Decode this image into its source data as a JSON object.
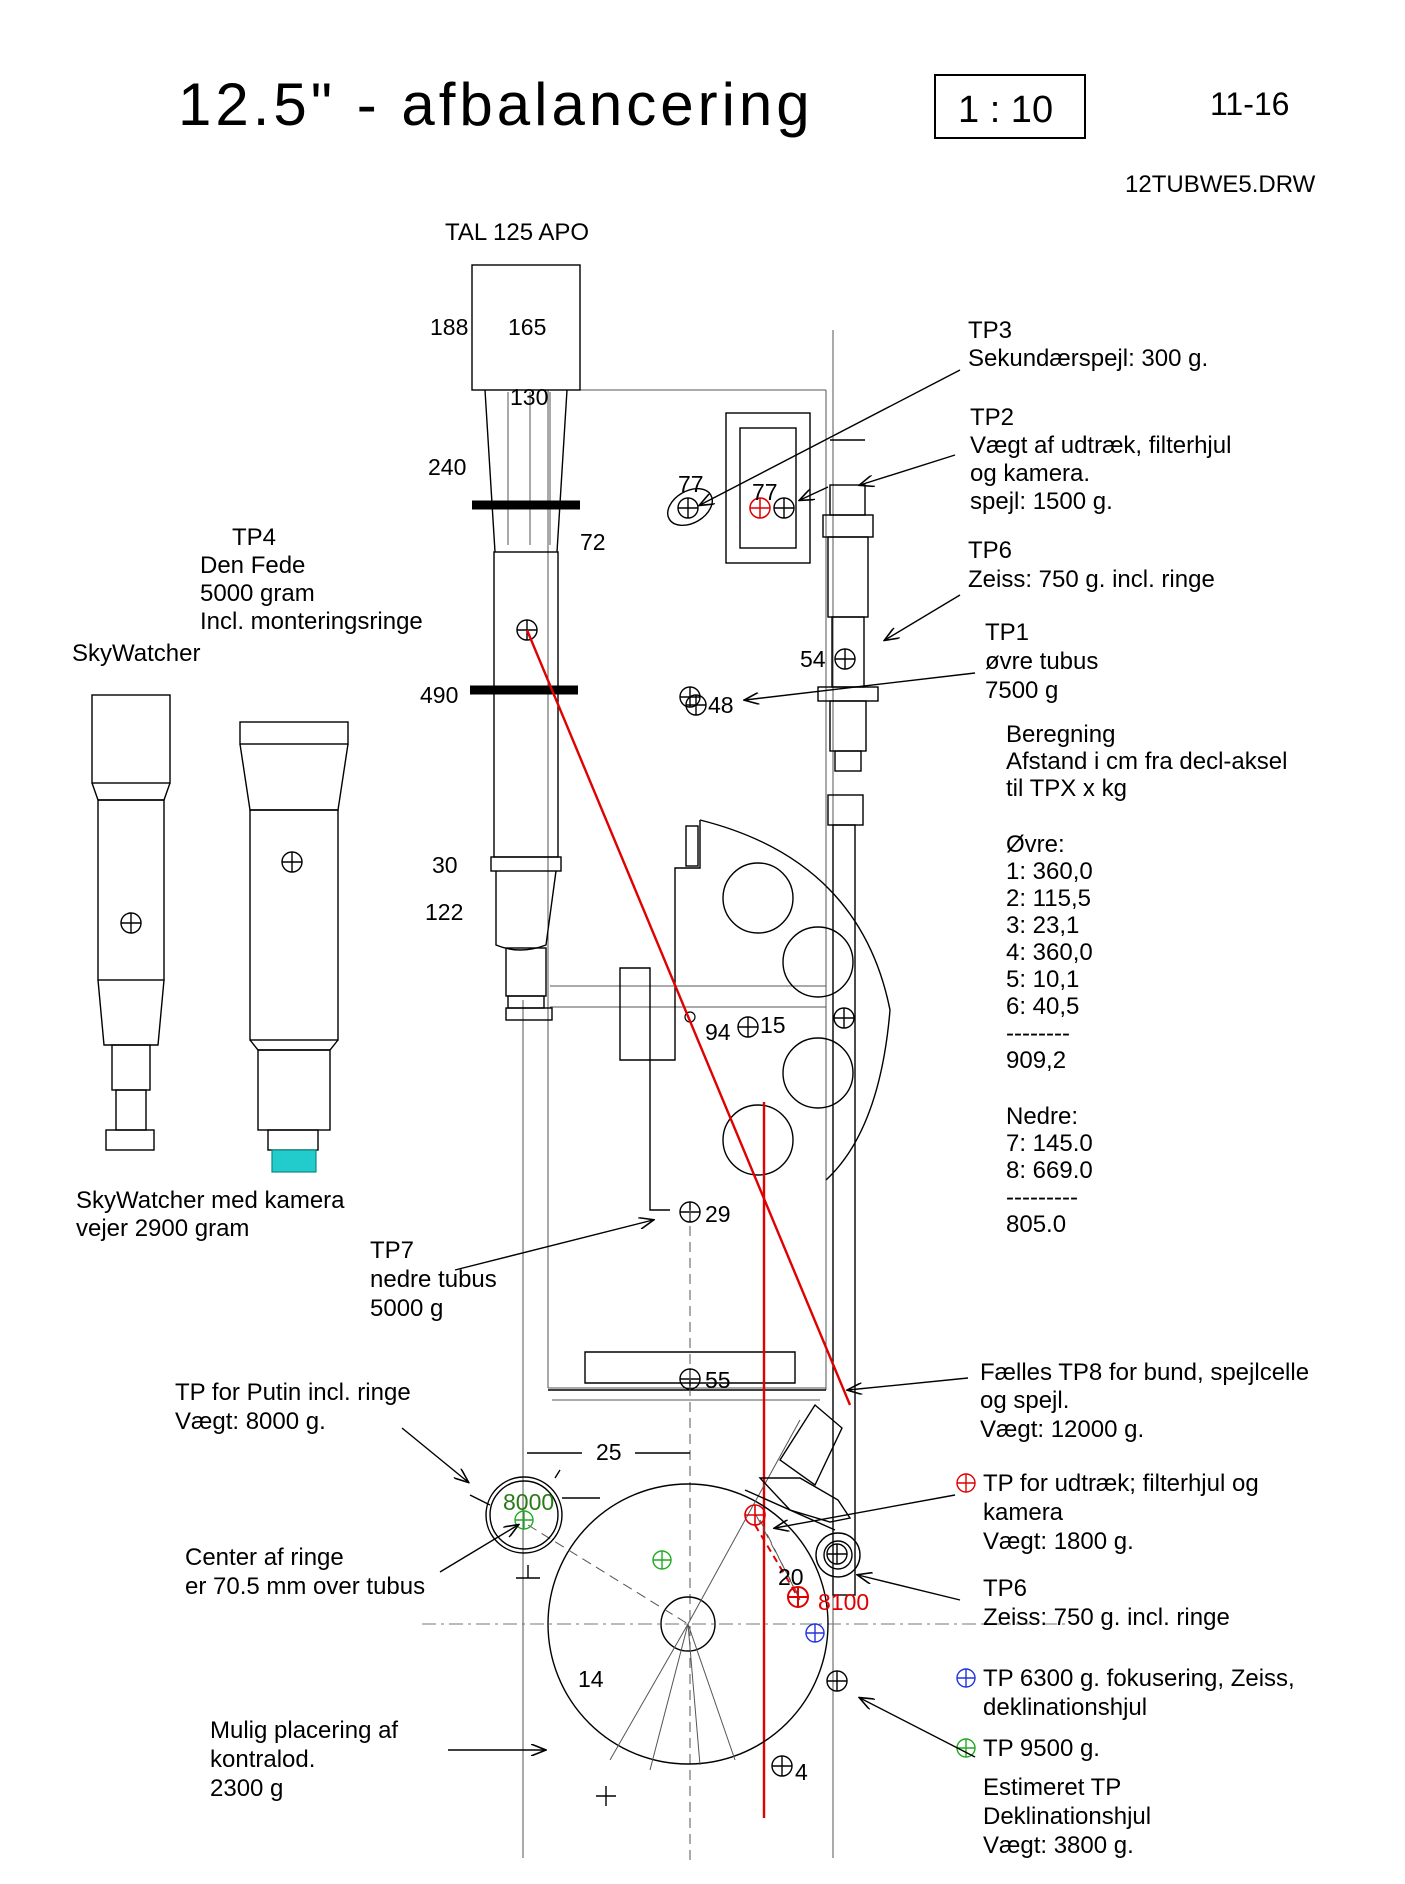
{
  "title": "12.5\" - afbalancering",
  "scale": "1 : 10",
  "sheet": "11-16",
  "filename": "12TUBWE5.DRW",
  "telescope_name": "TAL 125 APO",
  "dimensions": {
    "d188": "188",
    "d165": "165",
    "d130": "130",
    "d240": "240",
    "d72": "72",
    "d490": "490",
    "d30": "30",
    "d122": "122",
    "d25": "25",
    "d14": "14",
    "d20": "20"
  },
  "points": {
    "p77a": "77",
    "p77b": "77",
    "p54": "54",
    "p48": "48",
    "p94": "94",
    "p15": "15",
    "p29": "29",
    "p55": "55",
    "p4": "4",
    "p8000": "8000",
    "p8100": "8100"
  },
  "labels": {
    "tp3": [
      "TP3",
      "Sekundærspejl: 300 g."
    ],
    "tp2": [
      "TP2",
      "Vægt af udtræk, filterhjul",
      "og kamera.",
      "spejl: 1500 g."
    ],
    "tp6_top": [
      "TP6",
      "Zeiss: 750 g. incl. ringe"
    ],
    "tp1": [
      "TP1",
      "øvre tubus",
      "7500 g"
    ],
    "tp4": [
      "TP4",
      "Den Fede",
      "5000 gram",
      "Incl. monteringsringe"
    ],
    "skywatcher": "SkyWatcher",
    "skywatcher_cam": [
      "SkyWatcher med kamera",
      "vejer 2900 gram"
    ],
    "tp7": [
      "TP7",
      "nedre tubus",
      "5000 g"
    ],
    "tp8": [
      "Fælles TP8 for bund, spejlcelle",
      "og spejl.",
      "Vægt: 12000 g."
    ],
    "putin": [
      "TP for Putin incl. ringe",
      "Vægt: 8000 g."
    ],
    "center_ringe": [
      "Center af ringe",
      "er 70.5 mm over tubus"
    ],
    "udtraek": [
      "TP for udtræk; filterhjul og",
      "kamera",
      "Vægt: 1800 g."
    ],
    "tp6_bottom": [
      "TP6",
      "Zeiss: 750 g. incl. ringe"
    ],
    "tp6300": [
      "TP 6300 g. fokusering, Zeiss,",
      "deklinationshjul"
    ],
    "tp9500": "TP 9500 g.",
    "estimeret": [
      "Estimeret TP",
      "Deklinationshjul",
      "Vægt: 3800 g."
    ],
    "kontralod": [
      "Mulig placering af",
      "kontralod.",
      "2300 g"
    ]
  },
  "calculation": {
    "header": [
      "Beregning",
      "Afstand i cm fra decl-aksel",
      "til TPX x kg"
    ],
    "upper_title": "Øvre:",
    "upper": [
      "1: 360,0",
      "2: 115,5",
      "3: 23,1",
      "4: 360,0",
      "5: 10,1",
      "6: 40,5"
    ],
    "upper_sep": "--------",
    "upper_total": "909,2",
    "lower_title": "Nedre:",
    "lower": [
      "7: 145.0",
      "8: 669.0"
    ],
    "lower_sep": "---------",
    "lower_total": "805.0"
  },
  "colors": {
    "red": "#e00000",
    "green": "#22aa22",
    "blue": "#2233dd",
    "cyan": "#22cccc",
    "dark_green": "#2a7a1a"
  }
}
